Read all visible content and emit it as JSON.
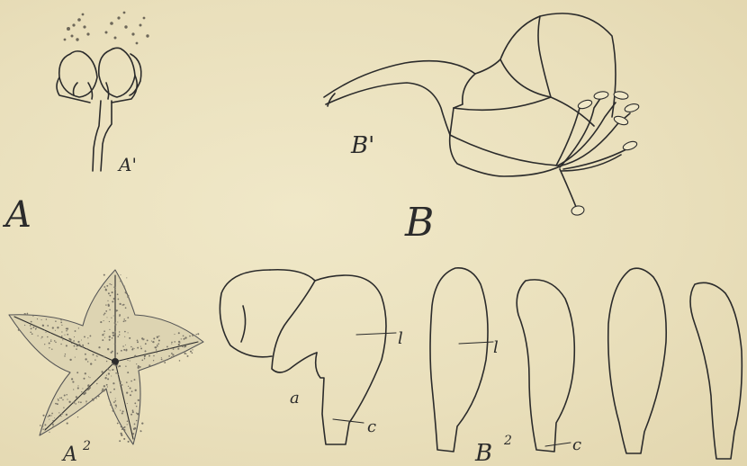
{
  "figure": {
    "labels": {
      "A": "A",
      "A1": "A'",
      "A2": "A",
      "A2_sup": "2",
      "B": "B",
      "B1": "B'",
      "B2": "B",
      "B2_sup": "2",
      "a": "a",
      "c1": "c",
      "c2": "c",
      "l1": "l",
      "l2": "l"
    },
    "colors": {
      "paper": "#ece3c1",
      "ink": "#2b2b2b",
      "stipple": "#7a7568"
    }
  }
}
